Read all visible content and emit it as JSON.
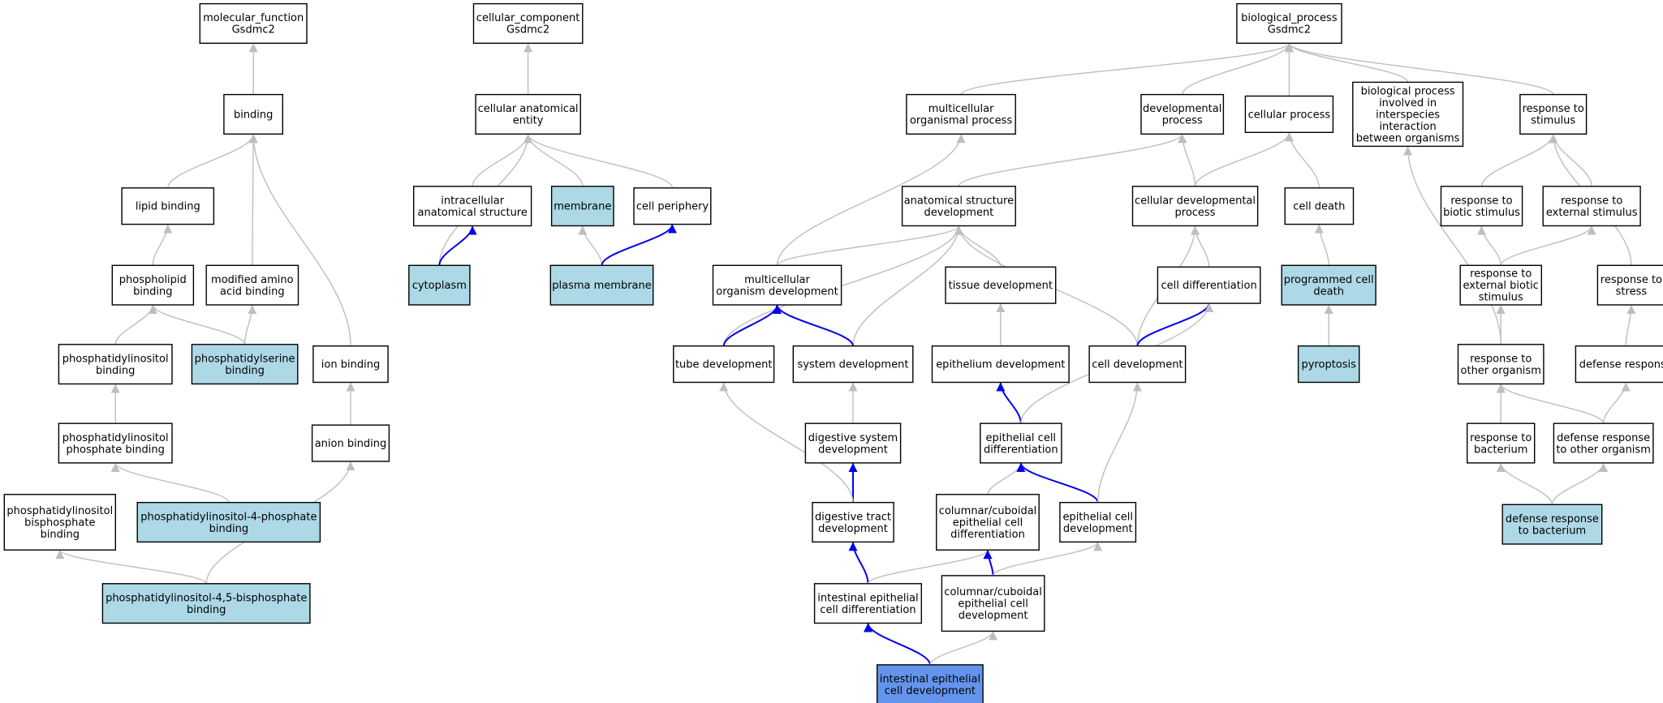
{
  "colors": {
    "background": "#ffffff",
    "node_default": "#ffffff",
    "node_annotated": "#add8e6",
    "node_query": "#6495ed",
    "edge_is_a": "#bebebe",
    "edge_part_of": "#0000ee",
    "node_border": "#000000"
  },
  "nodes": [
    {
      "id": "mf_root",
      "lines": [
        "molecular_function",
        "Gsdmc2"
      ],
      "fill": "default"
    },
    {
      "id": "binding",
      "lines": [
        "binding"
      ],
      "fill": "default"
    },
    {
      "id": "lipid_binding",
      "lines": [
        "lipid binding"
      ],
      "fill": "default"
    },
    {
      "id": "phospholipid_binding",
      "lines": [
        "phospholipid",
        "binding"
      ],
      "fill": "default"
    },
    {
      "id": "modified_aa_binding",
      "lines": [
        "modified amino",
        "acid binding"
      ],
      "fill": "default"
    },
    {
      "id": "ptdins_binding",
      "lines": [
        "phosphatidylinositol",
        "binding"
      ],
      "fill": "default"
    },
    {
      "id": "ptdser_binding",
      "lines": [
        "phosphatidylserine",
        "binding"
      ],
      "fill": "annotated"
    },
    {
      "id": "ion_binding",
      "lines": [
        "ion binding"
      ],
      "fill": "default"
    },
    {
      "id": "ptdins_phosphate_binding",
      "lines": [
        "phosphatidylinositol",
        "phosphate binding"
      ],
      "fill": "default"
    },
    {
      "id": "anion_binding",
      "lines": [
        "anion binding"
      ],
      "fill": "default"
    },
    {
      "id": "ptdins_bisphosphate_binding",
      "lines": [
        "phosphatidylinositol",
        "bisphosphate",
        "binding"
      ],
      "fill": "default"
    },
    {
      "id": "ptdins4p_binding",
      "lines": [
        "phosphatidylinositol-4-phosphate",
        "binding"
      ],
      "fill": "annotated"
    },
    {
      "id": "ptdins45p2_binding",
      "lines": [
        "phosphatidylinositol-4,5-bisphosphate",
        "binding"
      ],
      "fill": "annotated"
    },
    {
      "id": "cc_root",
      "lines": [
        "cellular_component",
        "Gsdmc2"
      ],
      "fill": "default"
    },
    {
      "id": "cell_anat_entity",
      "lines": [
        "cellular anatomical",
        "entity"
      ],
      "fill": "default"
    },
    {
      "id": "intracellular_anat",
      "lines": [
        "intracellular",
        "anatomical structure"
      ],
      "fill": "default"
    },
    {
      "id": "membrane",
      "lines": [
        "membrane"
      ],
      "fill": "annotated"
    },
    {
      "id": "cell_periphery",
      "lines": [
        "cell periphery"
      ],
      "fill": "default"
    },
    {
      "id": "cytoplasm",
      "lines": [
        "cytoplasm"
      ],
      "fill": "annotated"
    },
    {
      "id": "plasma_membrane",
      "lines": [
        "plasma membrane"
      ],
      "fill": "annotated"
    },
    {
      "id": "bp_root",
      "lines": [
        "biological_process",
        "Gsdmc2"
      ],
      "fill": "default"
    },
    {
      "id": "multicellular_organismal_process",
      "lines": [
        "multicellular",
        "organismal process"
      ],
      "fill": "default"
    },
    {
      "id": "developmental_process",
      "lines": [
        "developmental",
        "process"
      ],
      "fill": "default"
    },
    {
      "id": "cellular_process",
      "lines": [
        "cellular process"
      ],
      "fill": "default"
    },
    {
      "id": "bp_interspecies",
      "lines": [
        "biological process",
        "involved in",
        "interspecies",
        "interaction",
        "between organisms"
      ],
      "fill": "default"
    },
    {
      "id": "response_to_stimulus",
      "lines": [
        "response to",
        "stimulus"
      ],
      "fill": "default"
    },
    {
      "id": "anat_structure_dev",
      "lines": [
        "anatomical structure",
        "development"
      ],
      "fill": "default"
    },
    {
      "id": "cellular_dev_process",
      "lines": [
        "cellular developmental",
        "process"
      ],
      "fill": "default"
    },
    {
      "id": "cell_death",
      "lines": [
        "cell death"
      ],
      "fill": "default"
    },
    {
      "id": "response_biotic",
      "lines": [
        "response to",
        "biotic stimulus"
      ],
      "fill": "default"
    },
    {
      "id": "response_external",
      "lines": [
        "response to",
        "external stimulus"
      ],
      "fill": "default"
    },
    {
      "id": "multicellular_organism_dev",
      "lines": [
        "multicellular",
        "organism development"
      ],
      "fill": "default"
    },
    {
      "id": "tissue_dev",
      "lines": [
        "tissue development"
      ],
      "fill": "default"
    },
    {
      "id": "cell_differentiation",
      "lines": [
        "cell differentiation"
      ],
      "fill": "default"
    },
    {
      "id": "programmed_cell_death",
      "lines": [
        "programmed cell",
        "death"
      ],
      "fill": "annotated"
    },
    {
      "id": "response_external_biotic",
      "lines": [
        "response to",
        "external biotic",
        "stimulus"
      ],
      "fill": "default"
    },
    {
      "id": "response_stress",
      "lines": [
        "response to",
        "stress"
      ],
      "fill": "default"
    },
    {
      "id": "tube_dev",
      "lines": [
        "tube development"
      ],
      "fill": "default"
    },
    {
      "id": "system_dev",
      "lines": [
        "system development"
      ],
      "fill": "default"
    },
    {
      "id": "epithelium_dev",
      "lines": [
        "epithelium development"
      ],
      "fill": "default"
    },
    {
      "id": "cell_dev",
      "lines": [
        "cell development"
      ],
      "fill": "default"
    },
    {
      "id": "pyroptosis",
      "lines": [
        "pyroptosis"
      ],
      "fill": "annotated"
    },
    {
      "id": "response_other_organism",
      "lines": [
        "response to",
        "other organism"
      ],
      "fill": "default"
    },
    {
      "id": "defense_response",
      "lines": [
        "defense response"
      ],
      "fill": "default"
    },
    {
      "id": "digestive_system_dev",
      "lines": [
        "digestive system",
        "development"
      ],
      "fill": "default"
    },
    {
      "id": "epithelial_cell_diff",
      "lines": [
        "epithelial cell",
        "differentiation"
      ],
      "fill": "default"
    },
    {
      "id": "response_bacterium",
      "lines": [
        "response to",
        "bacterium"
      ],
      "fill": "default"
    },
    {
      "id": "defense_other_organism",
      "lines": [
        "defense response",
        "to other organism"
      ],
      "fill": "default"
    },
    {
      "id": "digestive_tract_dev",
      "lines": [
        "digestive tract",
        "development"
      ],
      "fill": "default"
    },
    {
      "id": "columnar_cuboidal_diff",
      "lines": [
        "columnar/cuboidal",
        "epithelial cell",
        "differentiation"
      ],
      "fill": "default"
    },
    {
      "id": "epithelial_cell_dev",
      "lines": [
        "epithelial cell",
        "development"
      ],
      "fill": "default"
    },
    {
      "id": "defense_bacterium",
      "lines": [
        "defense response",
        "to bacterium"
      ],
      "fill": "annotated"
    },
    {
      "id": "intestinal_epithelial_diff",
      "lines": [
        "intestinal epithelial",
        "cell differentiation"
      ],
      "fill": "default"
    },
    {
      "id": "columnar_cuboidal_dev",
      "lines": [
        "columnar/cuboidal",
        "epithelial cell",
        "development"
      ],
      "fill": "default"
    },
    {
      "id": "intestinal_epithelial_dev",
      "lines": [
        "intestinal epithelial",
        "cell development"
      ],
      "fill": "query"
    }
  ],
  "edges": [
    {
      "from": "binding",
      "to": "mf_root",
      "type": "is_a"
    },
    {
      "from": "lipid_binding",
      "to": "binding",
      "type": "is_a"
    },
    {
      "from": "modified_aa_binding",
      "to": "binding",
      "type": "is_a"
    },
    {
      "from": "ion_binding",
      "to": "binding",
      "type": "is_a"
    },
    {
      "from": "phospholipid_binding",
      "to": "lipid_binding",
      "type": "is_a"
    },
    {
      "from": "ptdins_binding",
      "to": "phospholipid_binding",
      "type": "is_a"
    },
    {
      "from": "ptdser_binding",
      "to": "phospholipid_binding",
      "type": "is_a"
    },
    {
      "from": "ptdser_binding",
      "to": "modified_aa_binding",
      "type": "is_a"
    },
    {
      "from": "anion_binding",
      "to": "ion_binding",
      "type": "is_a"
    },
    {
      "from": "ptdins_phosphate_binding",
      "to": "ptdins_binding",
      "type": "is_a"
    },
    {
      "from": "ptdins4p_binding",
      "to": "ptdins_phosphate_binding",
      "type": "is_a"
    },
    {
      "from": "ptdins45p2_binding",
      "to": "ptdins_bisphosphate_binding",
      "type": "is_a"
    },
    {
      "from": "ptdins45p2_binding",
      "to": "anion_binding",
      "type": "is_a"
    },
    {
      "from": "cell_anat_entity",
      "to": "cc_root",
      "type": "is_a"
    },
    {
      "from": "intracellular_anat",
      "to": "cell_anat_entity",
      "type": "is_a"
    },
    {
      "from": "membrane",
      "to": "cell_anat_entity",
      "type": "is_a"
    },
    {
      "from": "cell_periphery",
      "to": "cell_anat_entity",
      "type": "is_a"
    },
    {
      "from": "cytoplasm",
      "to": "cell_anat_entity",
      "type": "is_a"
    },
    {
      "from": "cytoplasm",
      "to": "intracellular_anat",
      "type": "part_of"
    },
    {
      "from": "plasma_membrane",
      "to": "membrane",
      "type": "is_a"
    },
    {
      "from": "plasma_membrane",
      "to": "cell_periphery",
      "type": "part_of"
    },
    {
      "from": "multicellular_organismal_process",
      "to": "bp_root",
      "type": "is_a"
    },
    {
      "from": "developmental_process",
      "to": "bp_root",
      "type": "is_a"
    },
    {
      "from": "cellular_process",
      "to": "bp_root",
      "type": "is_a"
    },
    {
      "from": "bp_interspecies",
      "to": "bp_root",
      "type": "is_a"
    },
    {
      "from": "response_to_stimulus",
      "to": "bp_root",
      "type": "is_a"
    },
    {
      "from": "anat_structure_dev",
      "to": "developmental_process",
      "type": "is_a"
    },
    {
      "from": "cellular_dev_process",
      "to": "developmental_process",
      "type": "is_a"
    },
    {
      "from": "cellular_dev_process",
      "to": "cellular_process",
      "type": "is_a"
    },
    {
      "from": "cell_death",
      "to": "cellular_process",
      "type": "is_a"
    },
    {
      "from": "response_biotic",
      "to": "response_to_stimulus",
      "type": "is_a"
    },
    {
      "from": "response_external",
      "to": "response_to_stimulus",
      "type": "is_a"
    },
    {
      "from": "response_stress",
      "to": "response_to_stimulus",
      "type": "is_a"
    },
    {
      "from": "multicellular_organism_dev",
      "to": "multicellular_organismal_process",
      "type": "is_a"
    },
    {
      "from": "multicellular_organism_dev",
      "to": "anat_structure_dev",
      "type": "is_a"
    },
    {
      "from": "tissue_dev",
      "to": "anat_structure_dev",
      "type": "is_a"
    },
    {
      "from": "tube_dev",
      "to": "anat_structure_dev",
      "type": "is_a"
    },
    {
      "from": "system_dev",
      "to": "anat_structure_dev",
      "type": "is_a"
    },
    {
      "from": "cell_dev",
      "to": "anat_structure_dev",
      "type": "is_a"
    },
    {
      "from": "cell_dev",
      "to": "cellular_dev_process",
      "type": "is_a"
    },
    {
      "from": "cell_differentiation",
      "to": "cellular_dev_process",
      "type": "is_a"
    },
    {
      "from": "programmed_cell_death",
      "to": "cell_death",
      "type": "is_a"
    },
    {
      "from": "response_external_biotic",
      "to": "response_biotic",
      "type": "is_a"
    },
    {
      "from": "response_external_biotic",
      "to": "response_external",
      "type": "is_a"
    },
    {
      "from": "tube_dev",
      "to": "multicellular_organism_dev",
      "type": "part_of"
    },
    {
      "from": "system_dev",
      "to": "multicellular_organism_dev",
      "type": "part_of"
    },
    {
      "from": "epithelium_dev",
      "to": "tissue_dev",
      "type": "is_a"
    },
    {
      "from": "cell_dev",
      "to": "cell_differentiation",
      "type": "part_of"
    },
    {
      "from": "pyroptosis",
      "to": "programmed_cell_death",
      "type": "is_a"
    },
    {
      "from": "response_other_organism",
      "to": "response_external_biotic",
      "type": "is_a"
    },
    {
      "from": "response_other_organism",
      "to": "bp_interspecies",
      "type": "is_a"
    },
    {
      "from": "defense_response",
      "to": "response_stress",
      "type": "is_a"
    },
    {
      "from": "digestive_system_dev",
      "to": "system_dev",
      "type": "is_a"
    },
    {
      "from": "epithelial_cell_diff",
      "to": "epithelium_dev",
      "type": "part_of"
    },
    {
      "from": "epithelial_cell_diff",
      "to": "cell_differentiation",
      "type": "is_a"
    },
    {
      "from": "response_bacterium",
      "to": "response_other_organism",
      "type": "is_a"
    },
    {
      "from": "defense_other_organism",
      "to": "response_other_organism",
      "type": "is_a"
    },
    {
      "from": "defense_other_organism",
      "to": "defense_response",
      "type": "is_a"
    },
    {
      "from": "digestive_tract_dev",
      "to": "digestive_system_dev",
      "type": "part_of"
    },
    {
      "from": "digestive_tract_dev",
      "to": "tube_dev",
      "type": "is_a"
    },
    {
      "from": "columnar_cuboidal_diff",
      "to": "epithelial_cell_diff",
      "type": "is_a"
    },
    {
      "from": "epithelial_cell_dev",
      "to": "epithelial_cell_diff",
      "type": "part_of"
    },
    {
      "from": "epithelial_cell_dev",
      "to": "cell_dev",
      "type": "is_a"
    },
    {
      "from": "defense_bacterium",
      "to": "response_bacterium",
      "type": "is_a"
    },
    {
      "from": "defense_bacterium",
      "to": "defense_other_organism",
      "type": "is_a"
    },
    {
      "from": "intestinal_epithelial_diff",
      "to": "digestive_tract_dev",
      "type": "part_of"
    },
    {
      "from": "intestinal_epithelial_diff",
      "to": "columnar_cuboidal_diff",
      "type": "is_a"
    },
    {
      "from": "columnar_cuboidal_dev",
      "to": "columnar_cuboidal_diff",
      "type": "part_of"
    },
    {
      "from": "columnar_cuboidal_dev",
      "to": "epithelial_cell_dev",
      "type": "is_a"
    },
    {
      "from": "intestinal_epithelial_dev",
      "to": "intestinal_epithelial_diff",
      "type": "part_of"
    },
    {
      "from": "intestinal_epithelial_dev",
      "to": "columnar_cuboidal_dev",
      "type": "is_a"
    }
  ]
}
